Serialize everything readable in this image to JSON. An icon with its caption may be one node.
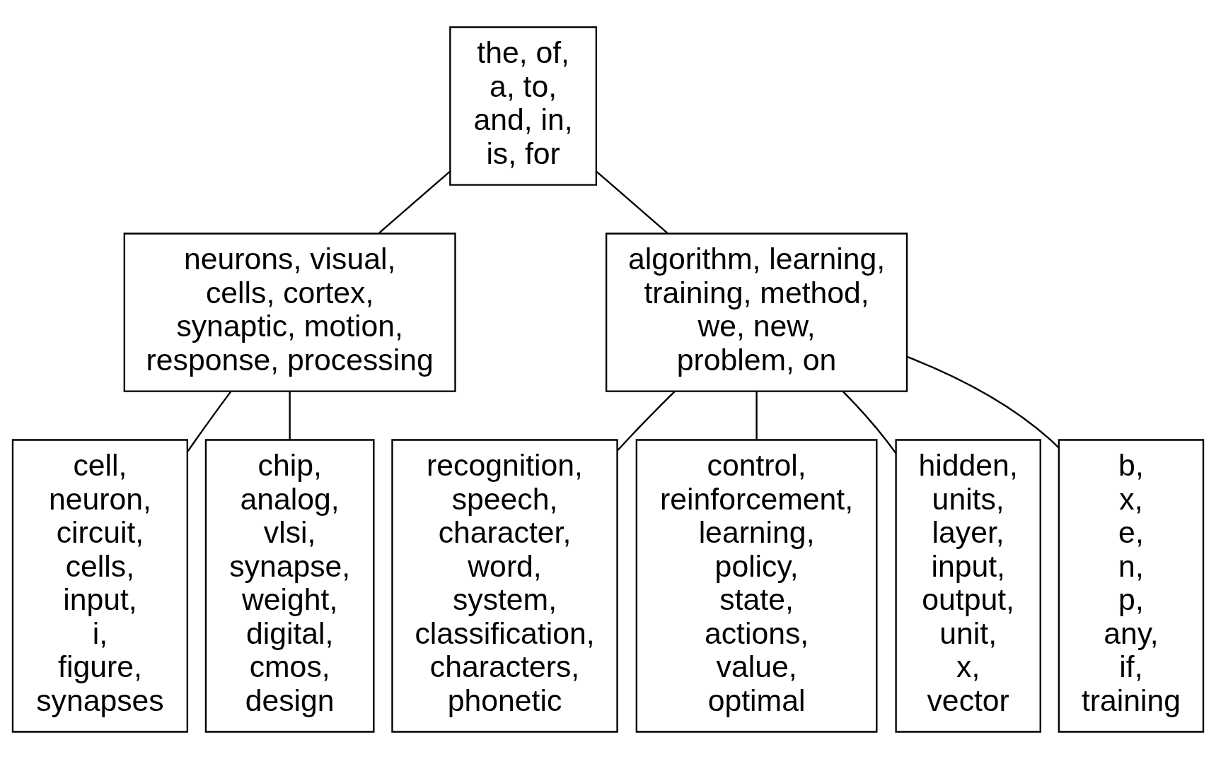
{
  "diagram": {
    "nodes": [
      {
        "text": [
          "the, of, a, to, and, in, is, for"
        ]
      },
      {
        "text": [
          "neurons, visual, cells, cortex, synaptic, motion, response, processing"
        ]
      },
      {
        "text": [
          "algorithm, learning, training, method, we, new, problem, on"
        ]
      },
      {
        "text": [
          "cell, neuron, circuit, cells, input, i, figure, synapses"
        ]
      },
      {
        "text": [
          "chip, analog, vlsi, synapse, weight, digital, cmos, design"
        ]
      },
      {
        "text": [
          "recognition, speech, character, word, system, classification, characters, phonetic"
        ]
      },
      {
        "text": [
          "control, reinforcement, learning, policy, state, actions, value, optimal"
        ]
      },
      {
        "text": [
          "hidden, units, layer, input, output, unit, x, vector"
        ]
      },
      {
        "text": [
          "b, x, e, n, p, any, if, training"
        ]
      }
    ],
    "edges": [
      {
        "from": 0,
        "to": 1,
        "arrow": "none"
      },
      {
        "from": 0,
        "to": 2,
        "arrow": "none"
      },
      {
        "from": 1,
        "to": 3,
        "arrow": "none"
      },
      {
        "from": 1,
        "to": 4,
        "arrow": "none"
      },
      {
        "from": 2,
        "to": 5,
        "arrow": "none"
      },
      {
        "from": 2,
        "to": 6,
        "arrow": "none"
      },
      {
        "from": 2,
        "to": 7,
        "arrow": "none"
      },
      {
        "from": 2,
        "to": 8,
        "arrow": "none"
      }
    ]
  }
}
